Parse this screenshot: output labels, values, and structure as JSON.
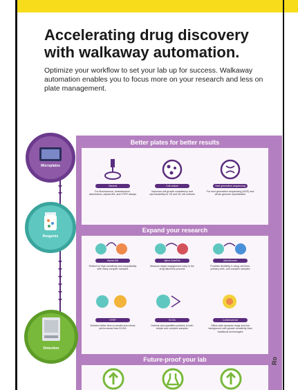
{
  "header": {
    "title": "Accelerating drug discovery with walkaway automation.",
    "intro": "Optimize your workflow to set your lab up for success. Walkaway automation enables you to focus more on your research and less on plate management."
  },
  "spine": {
    "microplates": "Microplates",
    "reagents": "Reagents",
    "detection": "Detection"
  },
  "sections": {
    "plates": {
      "heading": "Better plates for better results",
      "items": [
        {
          "label": "General",
          "desc": "For fluorescence, luminescence, absorbance, AlphaLISA, and HTRF assays"
        },
        {
          "label": "Cell culture",
          "desc": "Improves cell growth consistency and reproducibility for 2D and 3D cell cultures"
        },
        {
          "label": "Next generation sequencing",
          "desc": "For next generation sequencing (NGS) and whole genome hybridization"
        }
      ]
    },
    "research": {
      "heading": "Expand your research",
      "items": [
        {
          "label": "AlphaLISA",
          "desc": "Perfect for high sensitivity and compatibility with many complex samples"
        },
        {
          "label": "Alpha SureFire",
          "desc": "Measure target engagement early in the drug discovery process"
        },
        {
          "label": "AlphaScreen",
          "desc": "Provides flexibility in using cell lines, primary cells, and complex samples"
        },
        {
          "label": "HTRF",
          "desc": "Delivers better time-to-results and robust performance than ELISA"
        },
        {
          "label": "ELISA",
          "desc": "Detects and quantifies proteins in both simple and complex samples"
        },
        {
          "label": "Luminescence",
          "desc": "Offers wide dynamic range and low background with greater sensitivity than traditional technologies"
        }
      ]
    },
    "future": {
      "heading": "Future-proof your lab"
    }
  },
  "side_label": "Ro",
  "colors": {
    "yellow": "#f6dc1a",
    "purple": "#b47fc0",
    "dark_purple": "#5a2c7d",
    "teal": "#5ec8c0",
    "green": "#78b83a"
  }
}
